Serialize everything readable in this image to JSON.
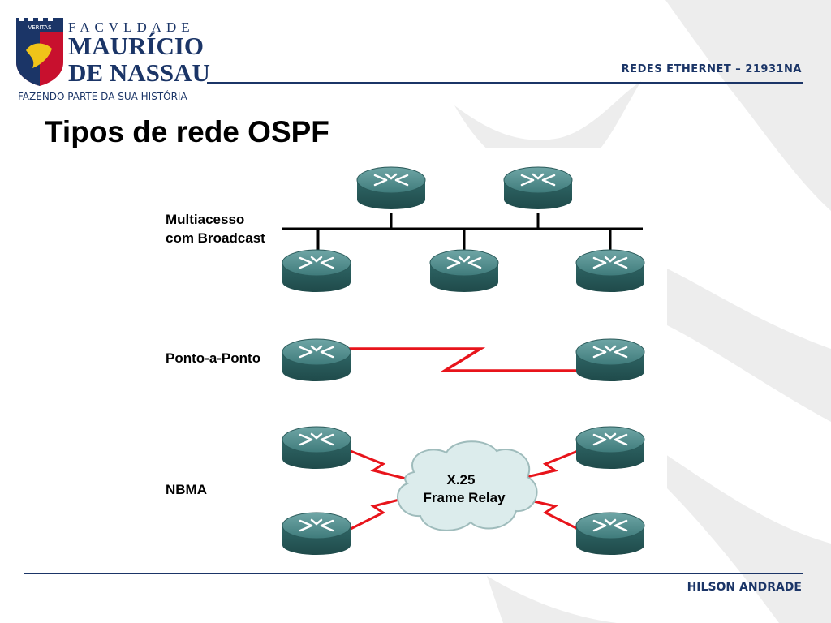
{
  "header": {
    "logo": {
      "line1": "FACVLDADE",
      "line2": "MAURÍCIO",
      "line3": "DE NASSAU",
      "tagline": "FAZENDO PARTE DA SUA HISTÓRIA",
      "shield_text": "VERITAS"
    },
    "course": "REDES ETHERNET – 21931NA"
  },
  "title": "Tipos de rede OSPF",
  "diagram": {
    "sections": [
      {
        "label_line1": "Multiacesso",
        "label_line2": "com Broadcast"
      },
      {
        "label_line1": "Ponto-a-Ponto"
      },
      {
        "label_line1": "NBMA"
      }
    ],
    "cloud_line1": "X.25",
    "cloud_line2": "Frame Relay"
  },
  "footer": {
    "author": "HILSON ANDRADE"
  },
  "colors": {
    "navy": "#1b3567",
    "link_red": "#e8141b",
    "router_teal": "#3f7b7b"
  }
}
